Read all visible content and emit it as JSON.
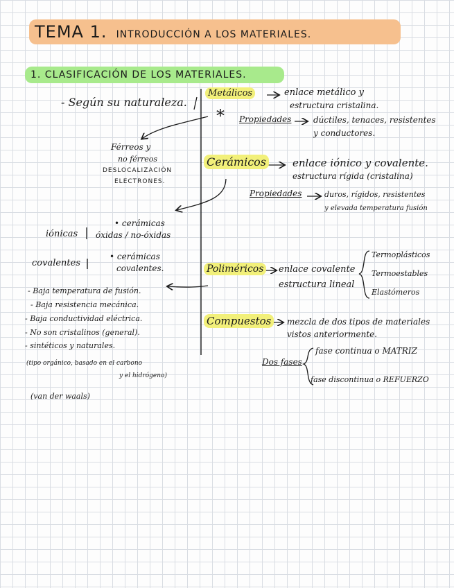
{
  "title": {
    "main": "TEMA 1.",
    "sub": "INTRODUCCIÓN A LOS MATERIALES."
  },
  "section": "1. CLASIFICACIÓN DE LOS MATERIALES.",
  "criterion": "- Según su naturaleza.",
  "asterisk": "*",
  "metalicos": {
    "name": "Metálicos",
    "desc1": "enlace metálico y",
    "desc2": "estructura cristalina.",
    "prop_label": "Propiedades",
    "props1": "dúctiles, tenaces, resistentes",
    "props2": "y conductores."
  },
  "left_notes": {
    "ferreos1": "Férreos y",
    "ferreos2": "no férreos",
    "deslocal1": "DESLOCALIZACIÓN",
    "deslocal2": "ELECTRONES.",
    "ceram_ox1": "• cerámicas",
    "ceram_ox2": "óxidas / no-óxidas",
    "ionicas": "iónicas",
    "ceram_cov1": "• cerámicas",
    "ceram_cov2": "covalentes.",
    "covalentes": "covalentes"
  },
  "ceramicos": {
    "name": "Cerámicos",
    "desc1": "enlace iónico y covalente.",
    "desc2": "estructura rígida (cristalina)",
    "prop_label": "Propiedades",
    "props1": "duros, rígidos, resistentes",
    "props2": "y elevada temperatura fusión"
  },
  "polimericos": {
    "name": "Poliméricos",
    "desc1": "enlace covalente",
    "desc2": "estructura lineal",
    "types": [
      "Termoplásticos",
      "Termoestables",
      "Elastómeros"
    ]
  },
  "polymer_props": [
    "- Baja temperatura de fusión.",
    "- Baja resistencia mecánica.",
    "- Baja conductividad eléctrica.",
    "- No son cristalinos (general).",
    "- sintéticos y naturales."
  ],
  "polymer_note1": "(tipo orgánico, basado en el carbono",
  "polymer_note2": "y el hidrógeno)",
  "polymer_note3": "(van der waals)",
  "compuestos": {
    "name": "Compuestos",
    "desc1": "mezcla de dos tipos de materiales",
    "desc2": "vistos anteriormente.",
    "phases_label": "Dos fases",
    "phase1": "fase continua o MATRIZ",
    "phase2": "fase discontinua o REFUERZO"
  },
  "colors": {
    "title_highlight": "#f6c08e",
    "section_highlight": "#a8ea8c",
    "category_highlight": "#f2f07a",
    "grid": "#d9dde3",
    "ink": "#1a1a1a"
  }
}
